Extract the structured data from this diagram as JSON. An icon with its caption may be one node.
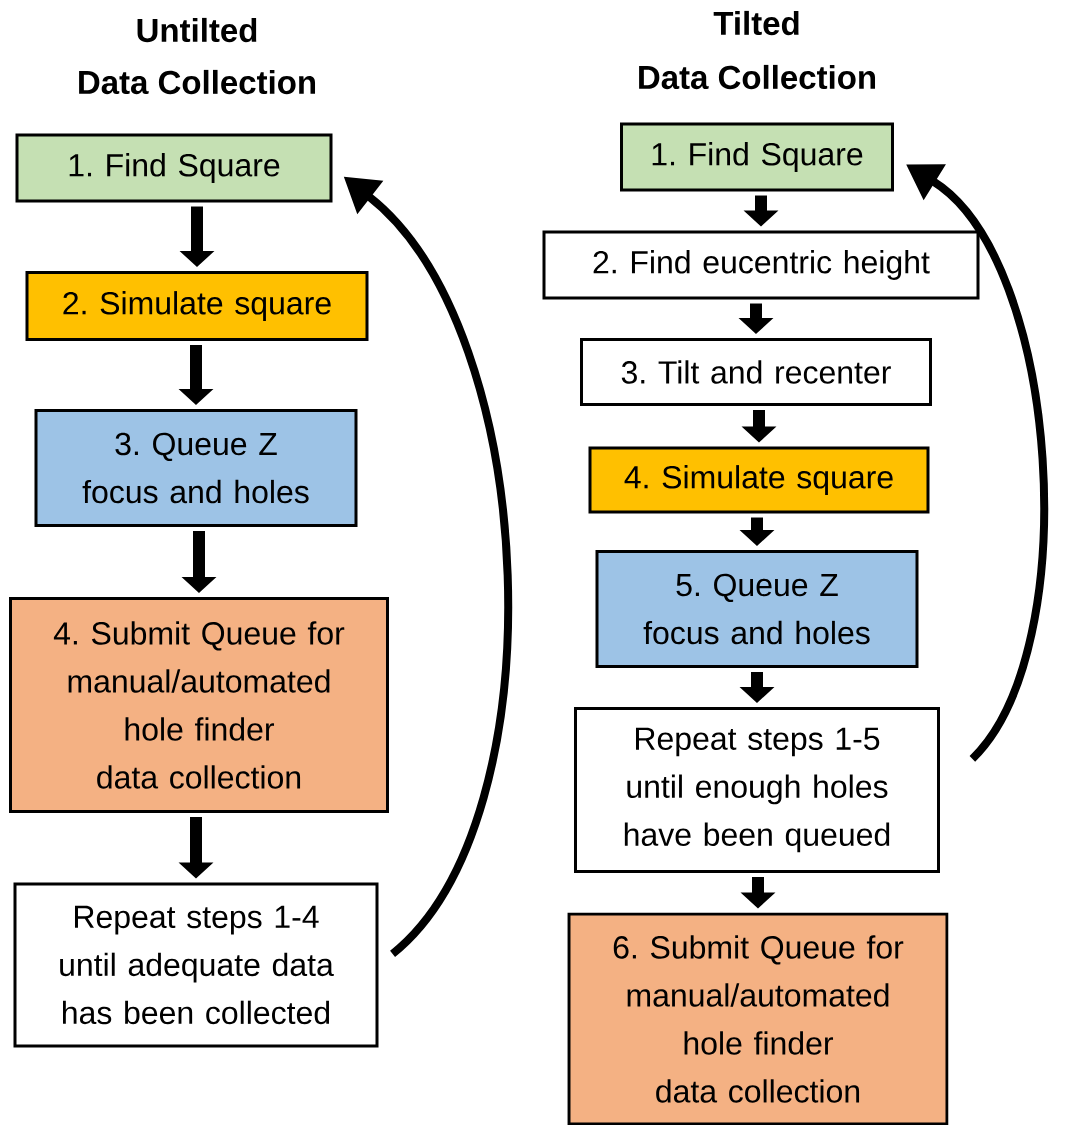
{
  "diagram": {
    "nodes": [
      {
        "text": [
          "1. Find Square"
        ]
      },
      {
        "text": [
          "2. Simulate square"
        ]
      },
      {
        "text": [
          "3. Queue Z focus and holes"
        ]
      },
      {
        "text": [
          "4. Submit Queue for manual/automated hole finder data collection"
        ]
      },
      {
        "text": [
          "Repeat steps 1-4 until adequate data has been collected"
        ]
      },
      {
        "text": [
          "1. Find Square"
        ]
      },
      {
        "text": [
          "2. Find eucentric height"
        ]
      },
      {
        "text": [
          "3. Tilt and recenter"
        ]
      },
      {
        "text": [
          "4. Simulate square"
        ]
      },
      {
        "text": [
          "5. Queue Z focus and holes"
        ]
      },
      {
        "text": [
          "Repeat steps 1-5 until enough holes have been queued"
        ]
      },
      {
        "text": [
          "6. Submit Queue for manual/automated hole finder data collection"
        ]
      }
    ],
    "edges": [
      {
        "from": 0,
        "to": 1,
        "arrow": "to"
      },
      {
        "from": 1,
        "to": 2,
        "arrow": "to"
      },
      {
        "from": 2,
        "to": 3,
        "arrow": "to"
      },
      {
        "from": 3,
        "to": 4,
        "arrow": "to"
      },
      {
        "from": 4,
        "to": 0,
        "arrow": "to"
      },
      {
        "from": 5,
        "to": 6,
        "arrow": "to"
      },
      {
        "from": 6,
        "to": 7,
        "arrow": "to"
      },
      {
        "from": 7,
        "to": 8,
        "arrow": "to"
      },
      {
        "from": 8,
        "to": 9,
        "arrow": "to"
      },
      {
        "from": 9,
        "to": 10,
        "arrow": "to"
      },
      {
        "from": 10,
        "to": 11,
        "arrow": "to"
      },
      {
        "from": 10,
        "to": 5,
        "arrow": "to"
      }
    ],
    "labels": [
      "Untilted",
      "Data Collection",
      "Tilted",
      "Data Collection"
    ]
  }
}
